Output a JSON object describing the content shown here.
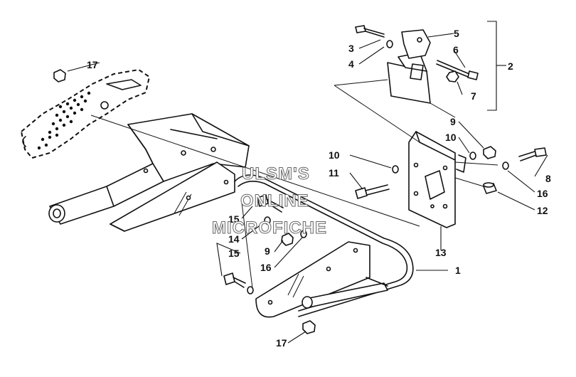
{
  "callouts": {
    "c1": "1",
    "c2": "2",
    "c3": "3",
    "c4": "4",
    "c5": "5",
    "c6": "6",
    "c7": "7",
    "c8": "8",
    "c9a": "9",
    "c9b": "9",
    "c10a": "10",
    "c10b": "10",
    "c11": "11",
    "c12": "12",
    "c13": "13",
    "c14": "14",
    "c15a": "15",
    "c15b": "15",
    "c16a": "16",
    "c16b": "16",
    "c17a": "17",
    "c17b": "17"
  },
  "watermark": {
    "line1": "ULSM'S",
    "line2": "ONLINE",
    "line3": "MICROFICHE"
  }
}
